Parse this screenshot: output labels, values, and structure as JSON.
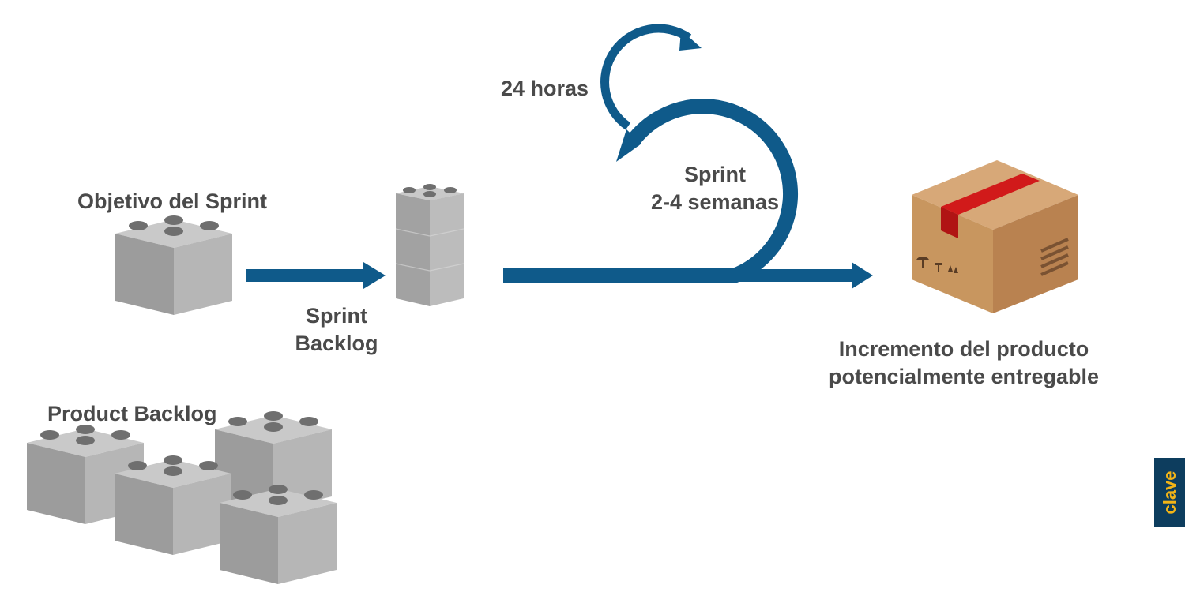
{
  "labels": {
    "sprint_goal": "Objetivo del Sprint",
    "product_backlog": "Product Backlog",
    "sprint_backlog": [
      "Sprint",
      "Backlog"
    ],
    "daily": "24 horas",
    "sprint": [
      "Sprint",
      "2-4 semanas"
    ],
    "increment": [
      "Incremento del producto",
      "potencialmente entregable"
    ]
  },
  "brand": "clave",
  "colors": {
    "arrow": "#0f5a8a",
    "brick_top": "#c9c9c9",
    "brick_left": "#9c9c9c",
    "brick_right": "#b6b6b6",
    "stud": "#6f6f6f",
    "text": "#4a4a4a",
    "box_tape": "#d11a1a",
    "box_top": "#d7a878",
    "box_left": "#c8965f",
    "box_right": "#b98250",
    "brand_bg": "#0d3d5e",
    "brand_text": "#f2b417"
  },
  "icons": [
    "lego-brick-icon",
    "lego-brick-tower-icon",
    "shipping-box-icon",
    "loop-arrow-icon"
  ]
}
